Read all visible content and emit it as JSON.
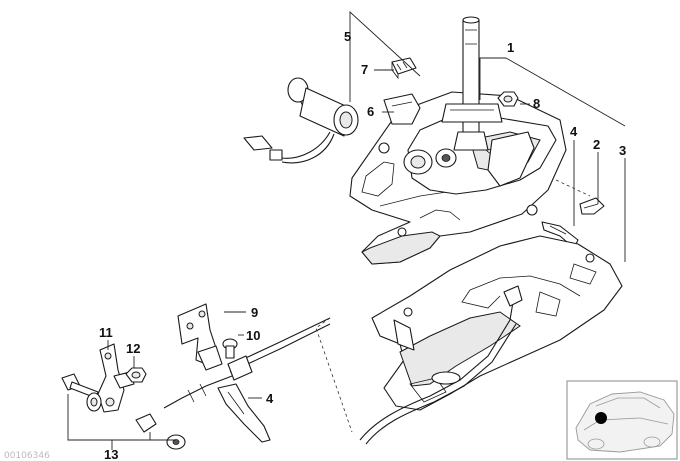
{
  "labels": {
    "l1": "1",
    "l2": "2",
    "l3": "3",
    "l4a": "4",
    "l5": "5",
    "l6": "6",
    "l7": "7",
    "l8": "8",
    "l9": "9",
    "l10": "10",
    "l11": "11",
    "l12": "12",
    "l4b": "4",
    "l13": "13"
  },
  "watermark": "00106346",
  "colors": {
    "line": "#1a1a1a",
    "fill": "#ffffff",
    "shade": "#e9e9e9",
    "marker": "#000000"
  }
}
